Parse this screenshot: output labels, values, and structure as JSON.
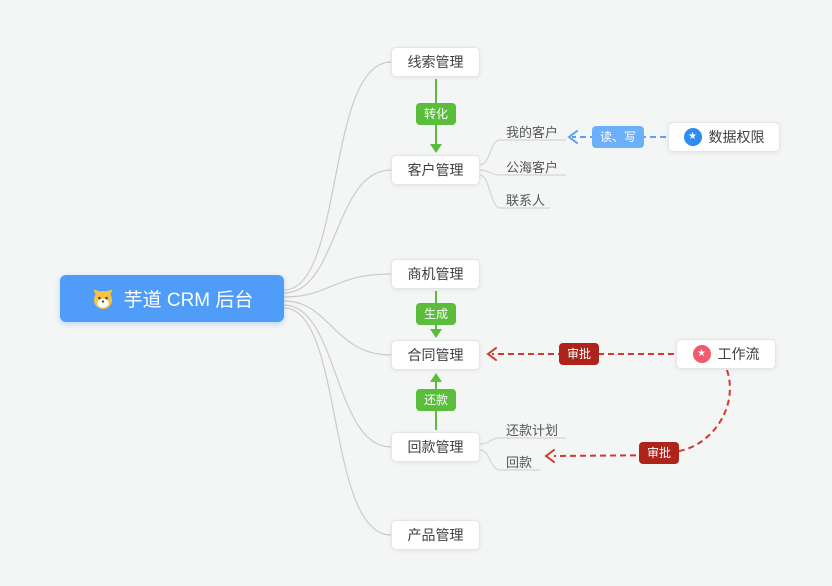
{
  "root": {
    "label": "芋道 CRM 后台"
  },
  "modules": {
    "leads": "线索管理",
    "customer": "客户管理",
    "business": "商机管理",
    "contract": "合同管理",
    "receivable": "回款管理",
    "product": "产品管理"
  },
  "customer_children": {
    "my": "我的客户",
    "public": "公海客户",
    "contacts": "联系人"
  },
  "receivable_children": {
    "plan": "还款计划",
    "receipt": "回款"
  },
  "side_nodes": {
    "data_permission": {
      "label": "数据权限",
      "icon": "★"
    },
    "workflow": {
      "label": "工作流",
      "icon": "★"
    }
  },
  "edge_labels": {
    "convert": "转化",
    "generate": "生成",
    "repay": "还款",
    "read_write": "读、写",
    "approve_contract": "审批",
    "approve_receipt": "审批"
  },
  "colors": {
    "background": "#f4f5f5",
    "root_bg": "#4f9df8",
    "green": "#5abe3c",
    "blue_label": "#6cb0f9",
    "dark_red": "#ad241b",
    "red_line": "#cf3a2c",
    "blue_line": "#5aa0f8",
    "gray_line": "#cbcbcb",
    "data_permission_icon": "#2d8cf0",
    "workflow_icon": "#f15b6c"
  }
}
